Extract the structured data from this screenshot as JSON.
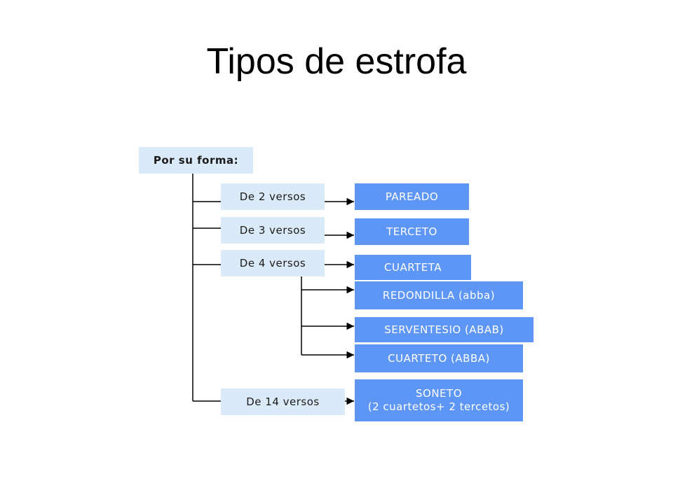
{
  "slide": {
    "title": "Tipos de estrofa"
  },
  "diagram": {
    "root": "Por su forma:",
    "categories": [
      "De 2 versos",
      "De 3 versos",
      "De 4 versos",
      "De 14 versos"
    ],
    "results": {
      "pareado": "PAREADO",
      "terceto": "TERCETO",
      "cuarteta": "CUARTETA",
      "redondilla": "REDONDILLA (abba)",
      "serventesio": "SERVENTESIO (ABAB)",
      "cuarteto": "CUARTETO (ABBA)",
      "soneto": "SONETO",
      "soneto_detail": "(2 cuartetos+ 2 tercetos)"
    },
    "colors": {
      "light_box": "#dbeaf8",
      "dark_box": "#5e96f5",
      "connector": "#000000"
    }
  }
}
